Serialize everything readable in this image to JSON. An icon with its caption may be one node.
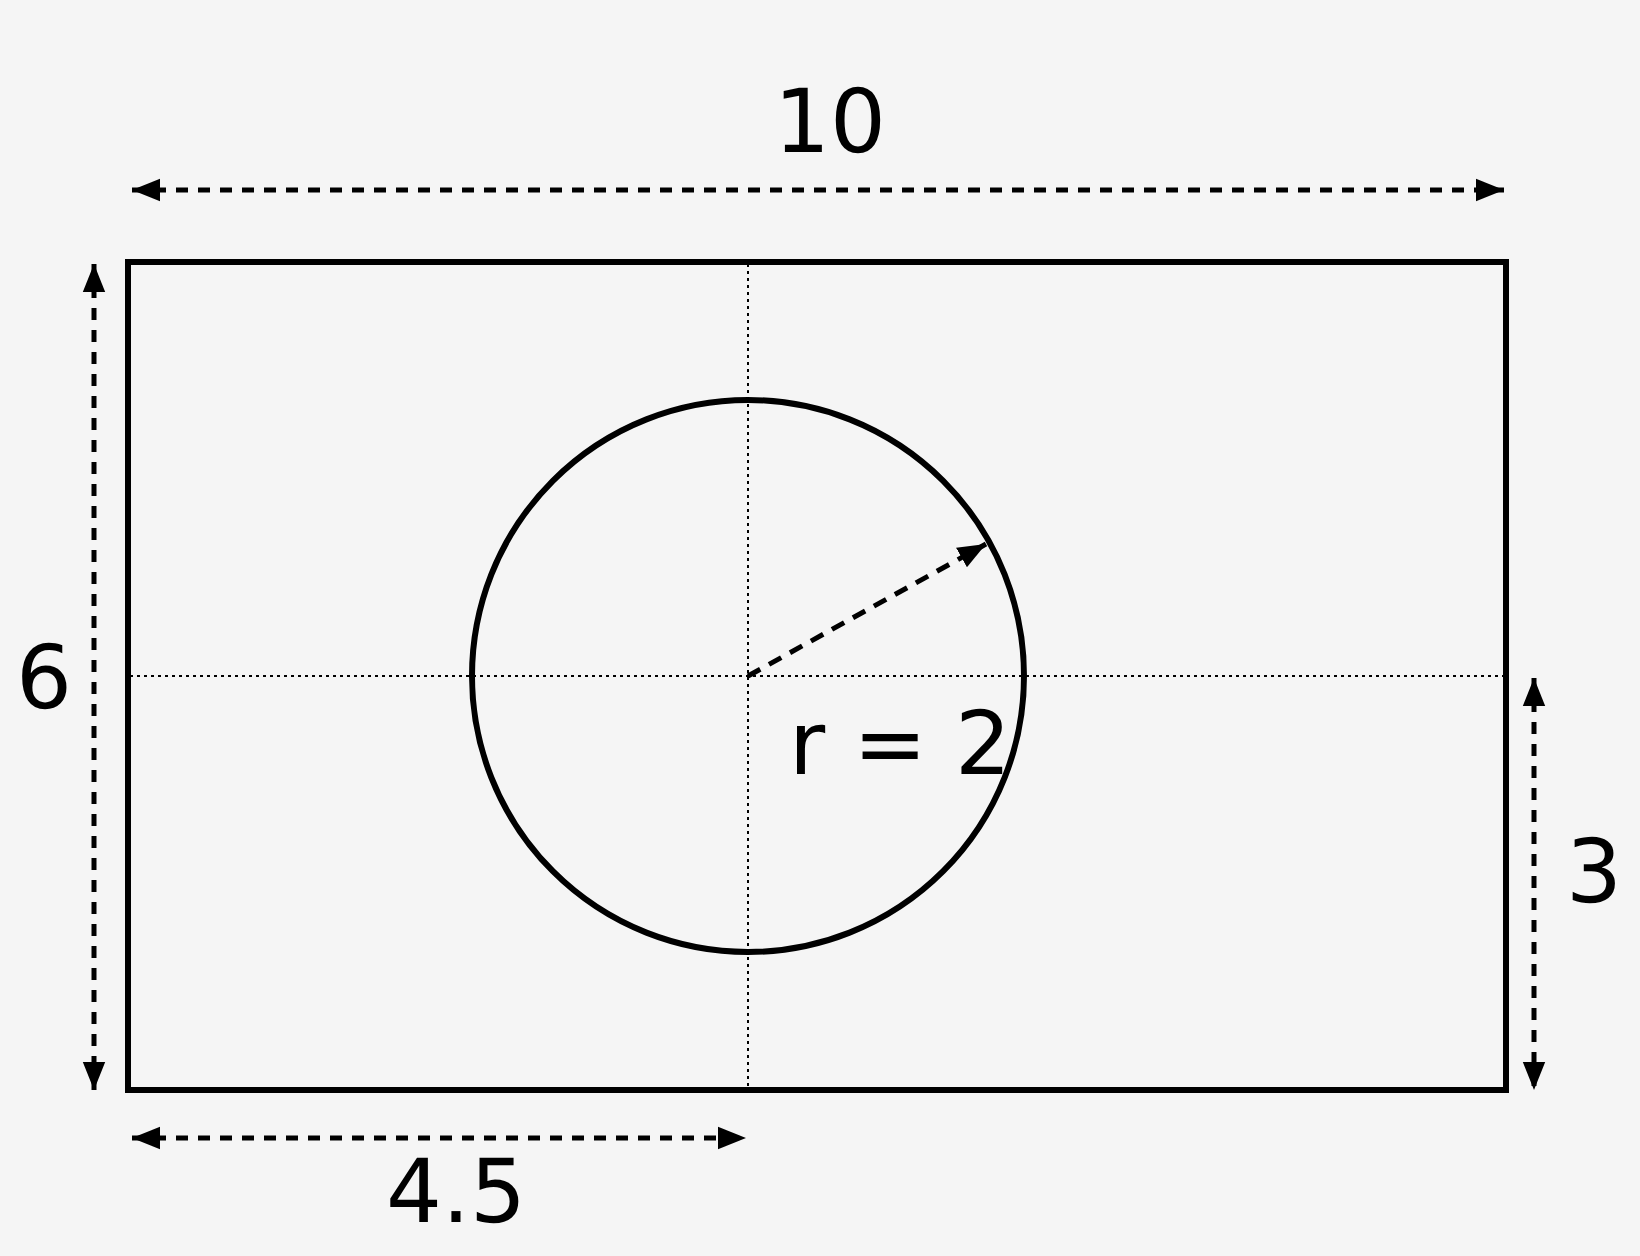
{
  "diagram": {
    "labels": [
      "10",
      "6",
      "r = 2",
      "3",
      "4.5"
    ]
  }
}
